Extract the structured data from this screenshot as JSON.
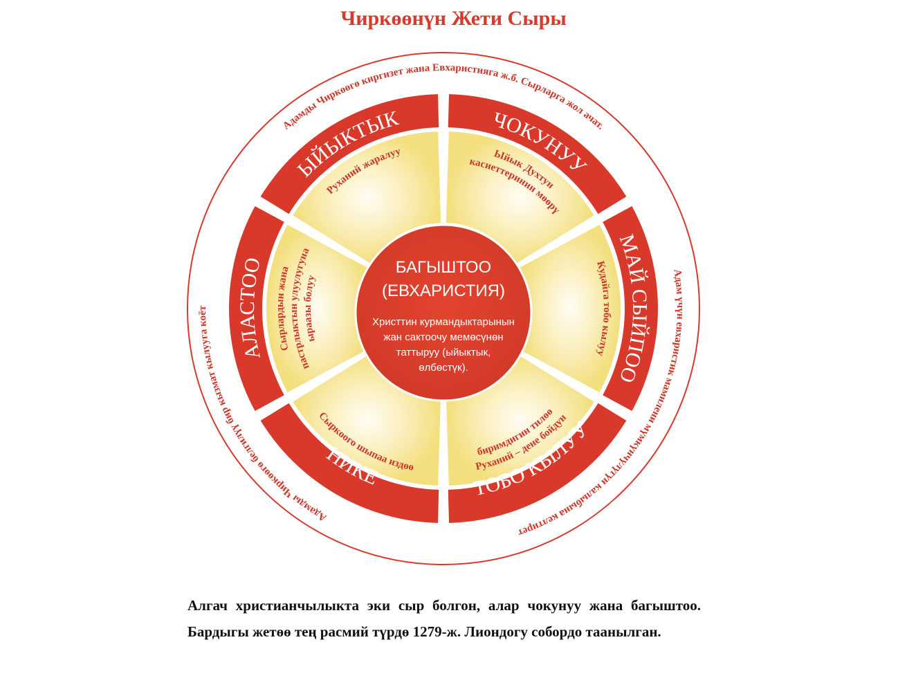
{
  "title": "Чиркөөнүн Жети Сыры",
  "colors": {
    "accent_red": "#d8392b",
    "outer_ring": "#d8392b",
    "inner_yellow": "#f5e58a",
    "inner_glow": "#fffbe6",
    "text_dark": "#111111"
  },
  "center": {
    "title_line1": "БАГЫШТОО",
    "title_line2": "(ЕВХАРИСТИЯ)",
    "desc_lines": [
      "Христтин курмандыктарынын",
      "жан сактоочу мемөсүнөн",
      "таттыруу (ыйыктык,",
      "өлбөстүк)."
    ]
  },
  "segments": [
    {
      "name": "ЫЙЫКТЫК",
      "desc_lines": [
        "Руханий жаралуу"
      ]
    },
    {
      "name": "ЧОКУНУУ",
      "desc_lines": [
        "Ыйык Духтун",
        "касиеттеринин мөөрү"
      ]
    },
    {
      "name": "МАЙ СЫЙПОО",
      "desc_lines": [
        "Кудайга тобо кылуу"
      ]
    },
    {
      "name": "ТОБО КЫЛУУ",
      "desc_lines": [
        "Руханий – дене бойдун",
        "биримдигин тилөө"
      ]
    },
    {
      "name": "НИКЕ",
      "desc_lines": [
        "Сыркоого шыпаа издөө"
      ]
    },
    {
      "name": "АЛАСТОО",
      "desc_lines": [
        "Сырлардын жана",
        "пастрлыктын улуулугуна",
        "ыраазы болуу"
      ]
    }
  ],
  "outer_captions": [
    "Адамды Чиркөөгө киргизет жана Евхаристияга ж.б. Сырларга жол ачат.",
    "Адам үчүн евхаристик мамилени мүмкүнчүлүгүн калыбына келтирет",
    "Адамды Чиркөөгө белгилүү бир кызмат кылууга коёт"
  ],
  "bottom_paragraph": "Алгач христианчылыкта эки сыр болгон, алар чокунуу жана багыштоо. Бардыгы жетөө тең расмий түрдө 1279-ж. Лиондогу собордо таанылган."
}
